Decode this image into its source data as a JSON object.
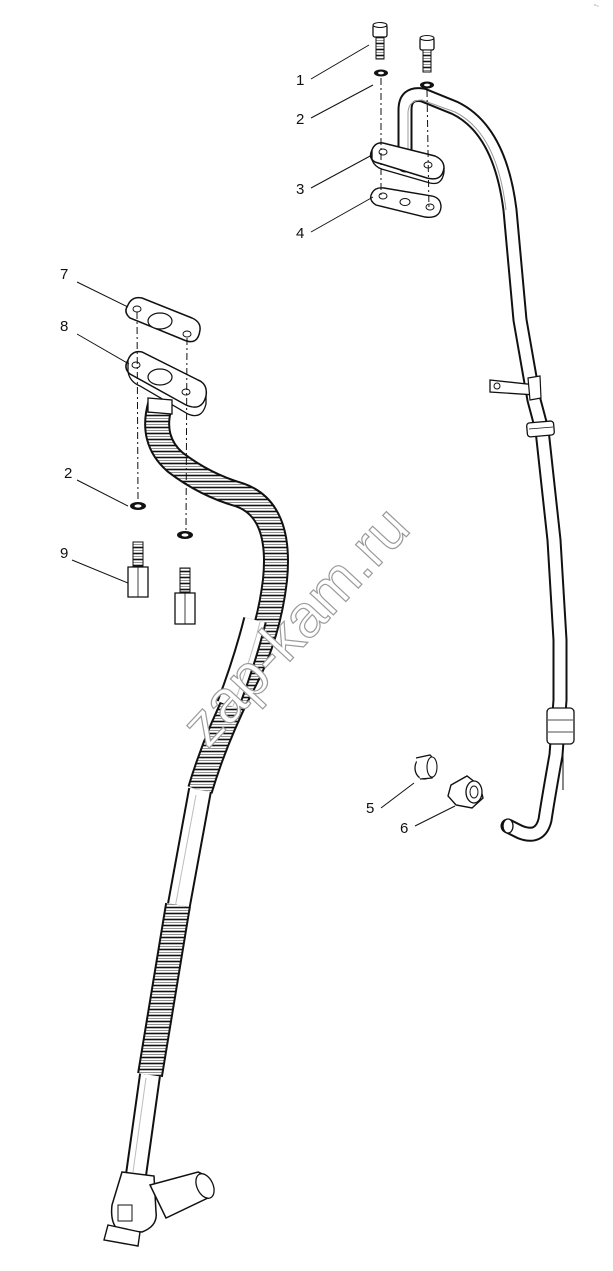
{
  "callouts": [
    {
      "label": "1"
    },
    {
      "label": "2"
    },
    {
      "label": "3"
    },
    {
      "label": "4"
    },
    {
      "label": "7"
    },
    {
      "label": "8"
    },
    {
      "label": "2"
    },
    {
      "label": "9"
    },
    {
      "label": "5"
    },
    {
      "label": "6"
    }
  ],
  "watermark": "zap-kam.ru",
  "corner_mark": "°~"
}
